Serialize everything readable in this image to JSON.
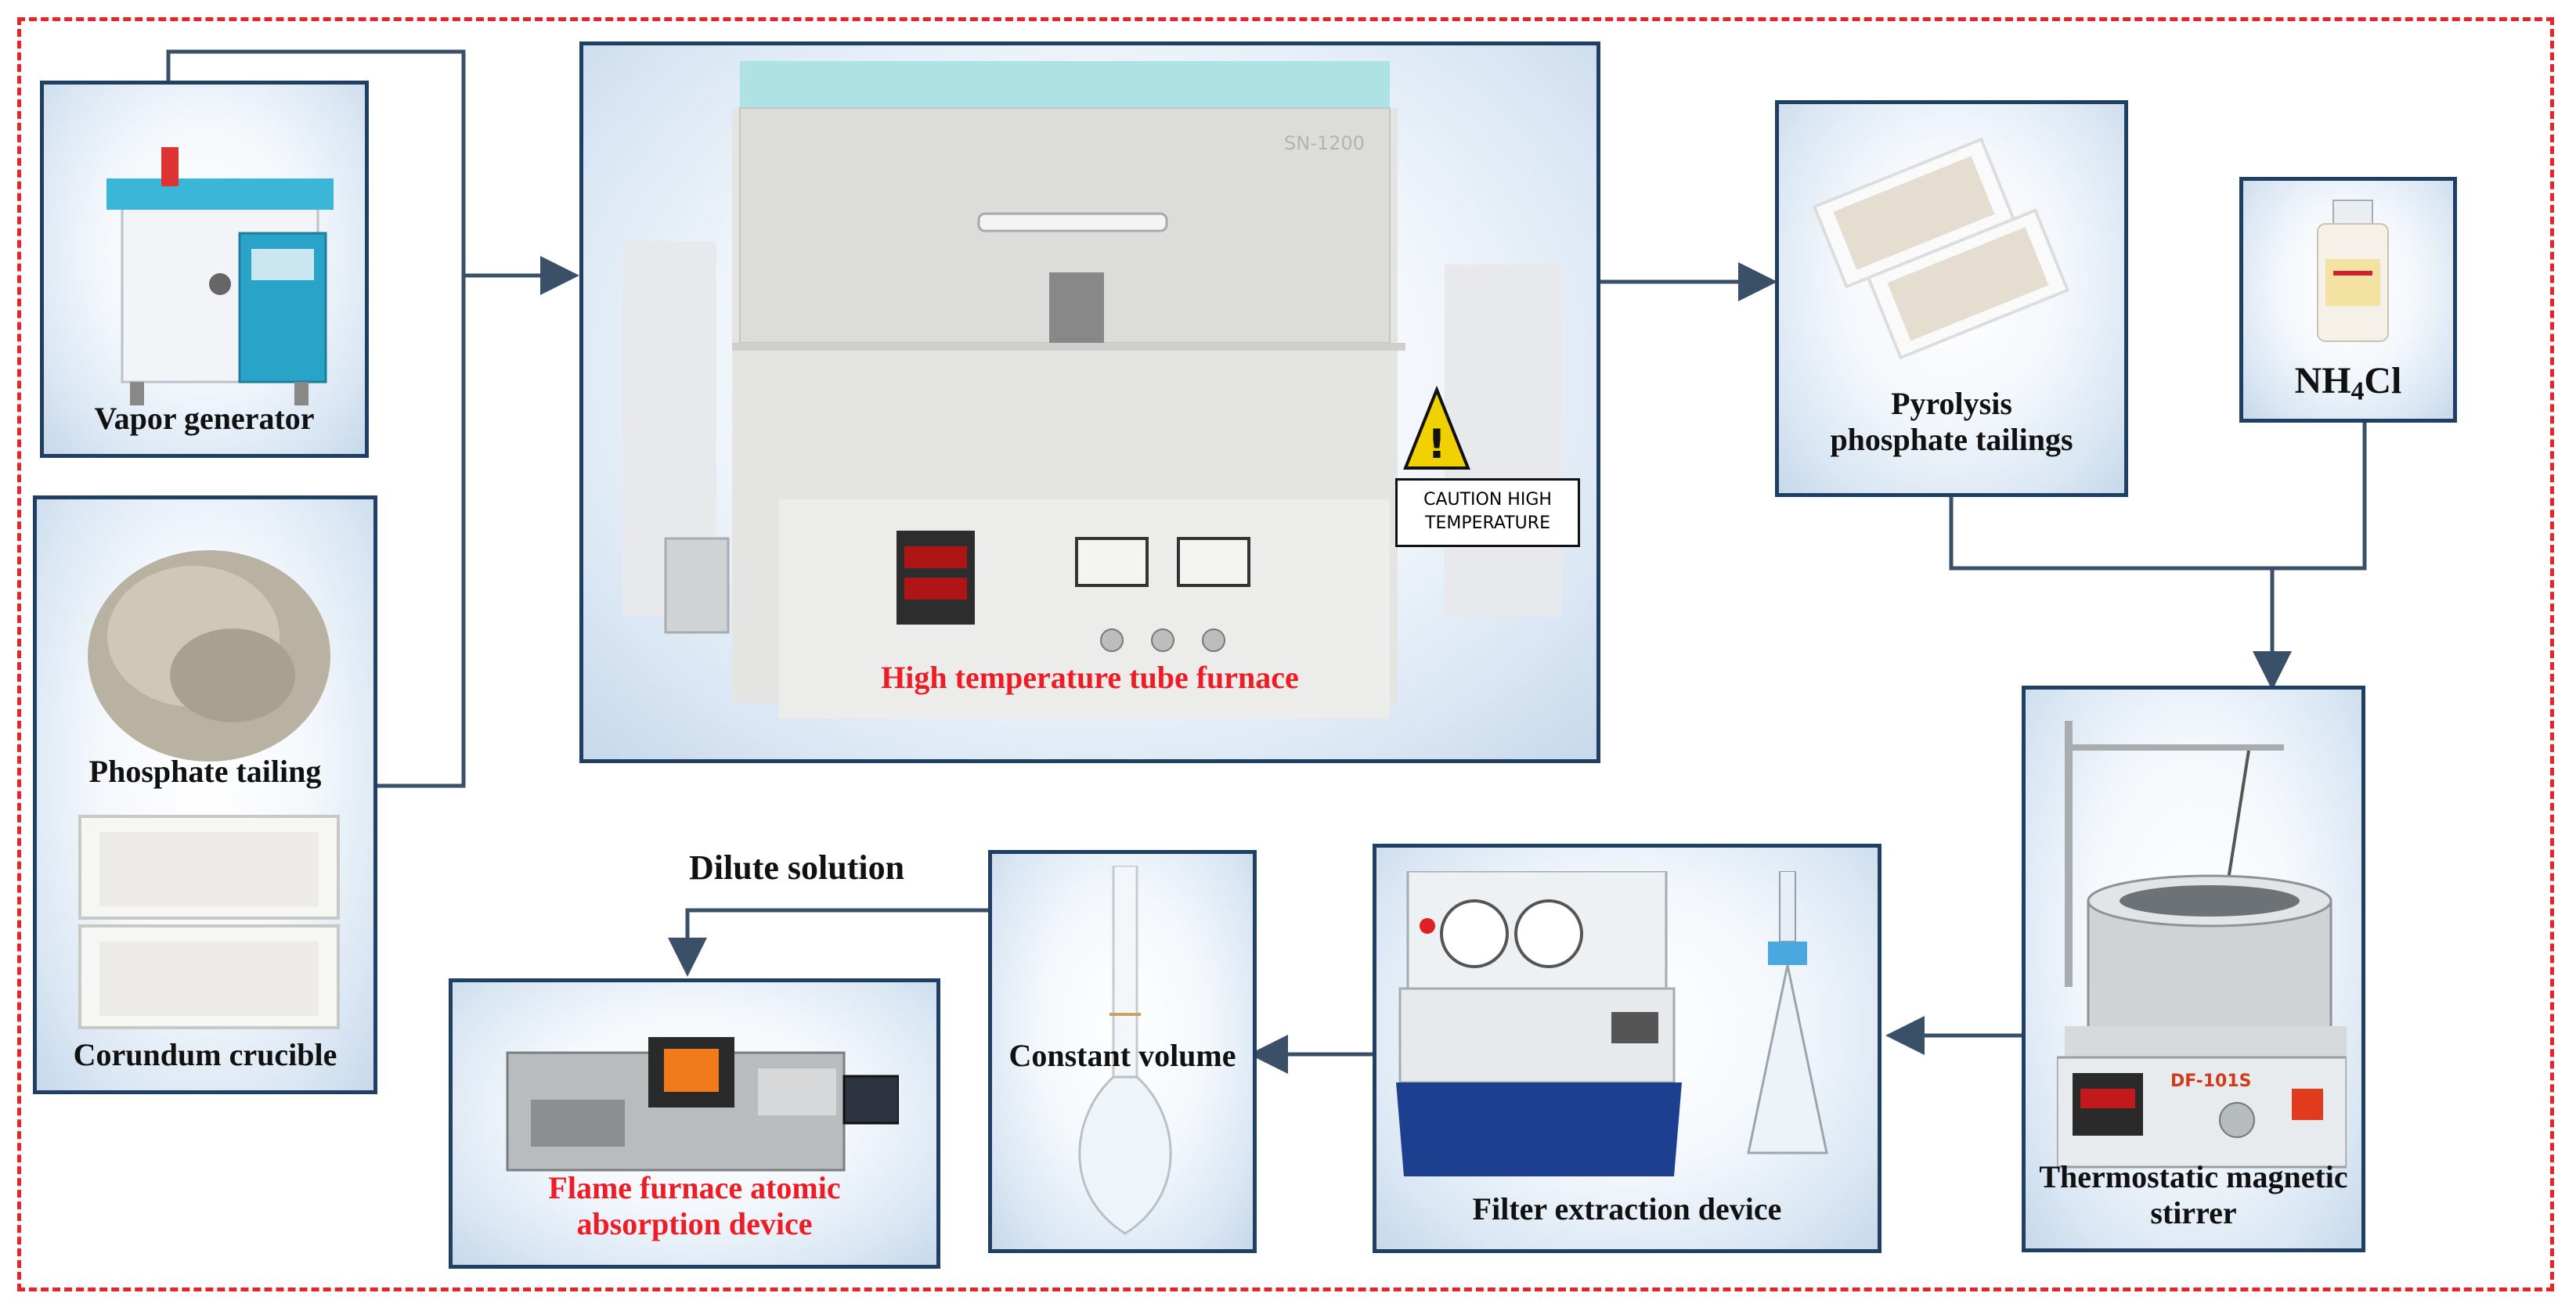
{
  "panels": {
    "vapor_generator": {
      "label": "Vapor generator"
    },
    "phosphate_tailing": {
      "label": "Phosphate tailing"
    },
    "corundum_crucible": {
      "label": "Corundum crucible"
    },
    "tube_furnace": {
      "label": "High temperature tube furnace",
      "model_text": "SN-1200",
      "caution_line1": "CAUTION HIGH",
      "caution_line2": "TEMPERATURE"
    },
    "pyrolysis": {
      "label_line1": "Pyrolysis",
      "label_line2": "phosphate tailings"
    },
    "nh4cl": {
      "label_main": "NH",
      "label_sub": "4",
      "label_end": "Cl"
    },
    "stirrer": {
      "label": "Thermostatic magnetic stirrer",
      "model_text": "DF-101S"
    },
    "filter": {
      "label": "Filter extraction device"
    },
    "constant_volume": {
      "label": "Constant volume"
    },
    "flame_furnace": {
      "label_line1": "Flame furnace atomic",
      "label_line2": "absorption device"
    }
  },
  "annotations": {
    "dilute_solution": "Dilute solution"
  },
  "colors": {
    "border": "#1f3f63",
    "arrow": "#3a5068",
    "dashed_frame": "#e8242a",
    "red_label": "#ee1c24"
  }
}
